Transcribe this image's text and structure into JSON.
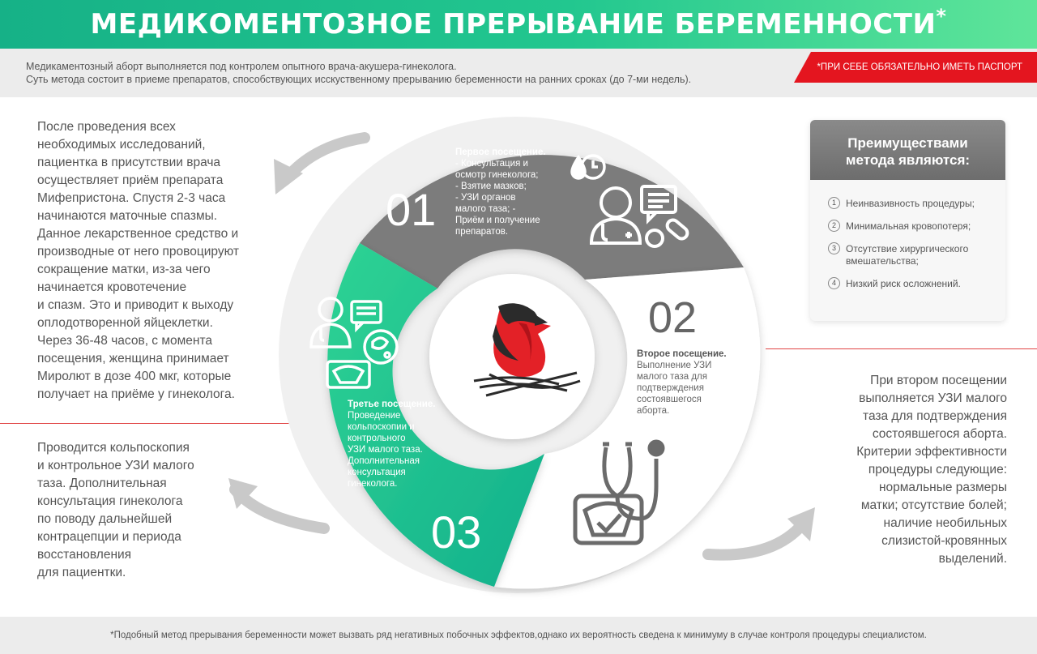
{
  "header": {
    "title": "МЕДИКОМЕНТОЗНОЕ ПРЕРЫВАНИЕ БЕРЕМЕННОСТИ",
    "asterisk": "*"
  },
  "subbar": {
    "line1": "Медикаментозный аборт выполняется под контролем опытного врача-акушера-гинеколога.",
    "line2": "Суть метода состоит в приеме препаратов, способствующих исскуственному прерыванию беременности на ранних сроках (до 7-ми недель).",
    "badge": "*ПРИ СЕБЕ ОБЯЗАТЕЛЬНО ИМЕТЬ ПАСПОРТ"
  },
  "left_top": [
    "После проведения всех",
    "необходимых исследований,",
    "пациентка в присутствии врача",
    "осуществляет приём препарата",
    "Мифепристона. Спустя 2-3 часа",
    "начинаются маточные спазмы.",
    "Данное лекарственное средство и",
    "производные от него провоцируют",
    "сокращение матки, из-за чего",
    "начинается кровотечение",
    "и спазм. Это и приводит к выходу",
    "оплодотворенной яйцеклетки.",
    "Через 36-48 часов, с момента",
    "посещения, женщина принимает",
    "Миролют в дозе 400 мкг, которые",
    "получает на приёме у гинеколога."
  ],
  "left_bottom": [
    "Проводится кольпоскопия",
    "и контрольное УЗИ малого",
    "таза. Дополнительная",
    "консультация гинеколога",
    "по поводу дальнейшей",
    "контрацепции и периода",
    "восстановления",
    "для пациентки."
  ],
  "right_text": [
    "При втором посещении",
    "выполняется УЗИ малого",
    "таза для подтверждения",
    "состоявшегося аборта.",
    "Критерии эффективности",
    "процедуры следующие:",
    "нормальные размеры",
    "матки;  отсутствие болей;",
    "наличие необильных",
    "слизистой-кровянных",
    "выделений."
  ],
  "advantages": {
    "title_line1": "Преимуществами",
    "title_line2": "метода являются:",
    "items": [
      {
        "num": "1",
        "text": "Неинвазивность процедуры;"
      },
      {
        "num": "2",
        "text": "Минимальная кровопотеря;"
      },
      {
        "num": "3",
        "text": "Отсутствие хирургического вмешательства;"
      },
      {
        "num": "4",
        "text": "Низкий риск осложнений."
      }
    ]
  },
  "segments": {
    "s1": {
      "number": "01",
      "title": "Первое посещение.",
      "lines": [
        "- Консультация и",
        "осмотр гинеколога;",
        "- Взятие мазков;",
        "- УЗИ органов",
        "малого таза; -",
        "Приём и получение",
        "препаратов."
      ]
    },
    "s2": {
      "number": "02",
      "title": "Второе посещение.",
      "lines": [
        "Выполнение УЗИ",
        "малого таза для",
        "подтверждения",
        "состоявшегося",
        "аборта."
      ]
    },
    "s3": {
      "number": "03",
      "title": "Третье посещение.",
      "lines": [
        "Проведение",
        "кольпоскопии и",
        "контрольного",
        "УЗИ малого таза.",
        "Дополнительная",
        "консультация",
        "гинеколога."
      ]
    }
  },
  "footer": "*Подобный метод прерывания беременности может вызвать ряд негативных побочных эффектов,однако их вероятность сведена к минимуму в случае контроля процедуры специалистом.",
  "colors": {
    "green": "#1fbf8c",
    "gray": "#7d7d7d",
    "red": "#e4151f"
  }
}
